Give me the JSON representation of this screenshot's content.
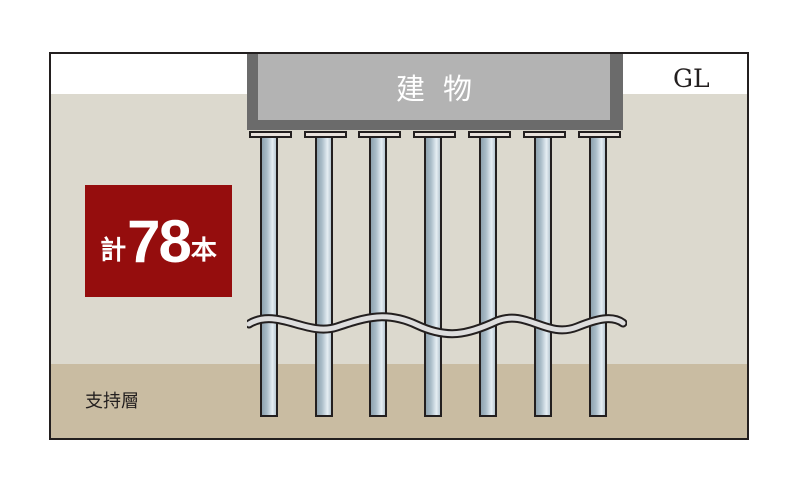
{
  "diagram": {
    "ground_level_label": "GL",
    "building_label": "建物",
    "badge": {
      "prefix": "計",
      "number": "78",
      "suffix": "本",
      "color": "#950d0d"
    },
    "bearing_layer_label": "支持層",
    "pile_count_shown": 7,
    "colors": {
      "sky": "#ffffff",
      "soil": "#dcd9ce",
      "bearing_layer": "#c9bca2",
      "building_outer": "#6b6b6b",
      "building_inner": "#b3b3b3",
      "pile": "#a9bcc8"
    }
  }
}
